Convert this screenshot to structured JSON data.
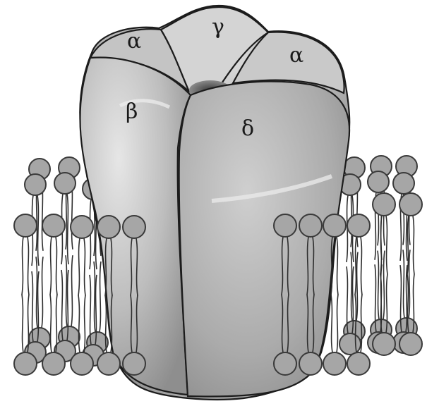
{
  "subunits": {
    "alpha_left": "α",
    "gamma": "γ",
    "alpha_right": "α",
    "beta": "β",
    "delta": "δ"
  },
  "colors": {
    "background": "#ffffff",
    "receptor_body": "#9a9a9a",
    "receptor_highlight": "#d9d9d9",
    "receptor_shadow": "#6f6f6f",
    "lipid_head": "#a6a6a6",
    "outline": "#1c1c1c"
  }
}
